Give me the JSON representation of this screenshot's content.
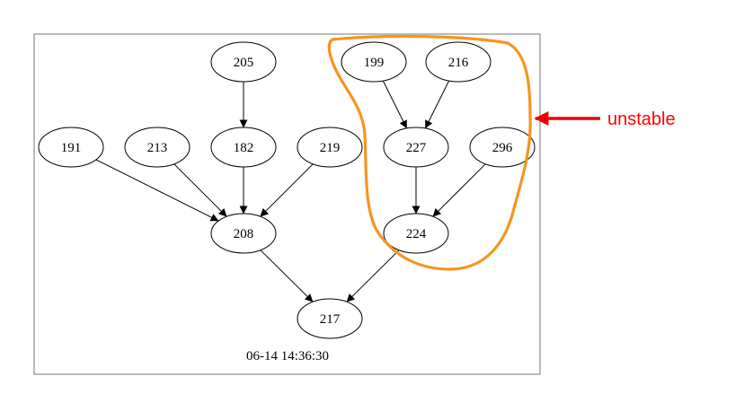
{
  "nodes": [
    {
      "id": "205",
      "label": "205"
    },
    {
      "id": "199",
      "label": "199"
    },
    {
      "id": "216",
      "label": "216"
    },
    {
      "id": "191",
      "label": "191"
    },
    {
      "id": "213",
      "label": "213"
    },
    {
      "id": "182",
      "label": "182"
    },
    {
      "id": "219",
      "label": "219"
    },
    {
      "id": "227",
      "label": "227"
    },
    {
      "id": "296",
      "label": "296"
    },
    {
      "id": "208",
      "label": "208"
    },
    {
      "id": "224",
      "label": "224"
    },
    {
      "id": "217",
      "label": "217"
    }
  ],
  "edges": [
    {
      "from": "205",
      "to": "182"
    },
    {
      "from": "199",
      "to": "227"
    },
    {
      "from": "216",
      "to": "227"
    },
    {
      "from": "191",
      "to": "208"
    },
    {
      "from": "213",
      "to": "208"
    },
    {
      "from": "182",
      "to": "208"
    },
    {
      "from": "219",
      "to": "208"
    },
    {
      "from": "227",
      "to": "224"
    },
    {
      "from": "296",
      "to": "224"
    },
    {
      "from": "208",
      "to": "217"
    },
    {
      "from": "224",
      "to": "217"
    }
  ],
  "timestamp": "06-14 14:36:30",
  "annotation": {
    "label": "unstable",
    "text_color": "#ff0000",
    "arrow_color": "#ee0000",
    "highlight_color": "#f5951f",
    "highlighted_nodes": [
      "199",
      "216",
      "227",
      "296",
      "224"
    ]
  }
}
